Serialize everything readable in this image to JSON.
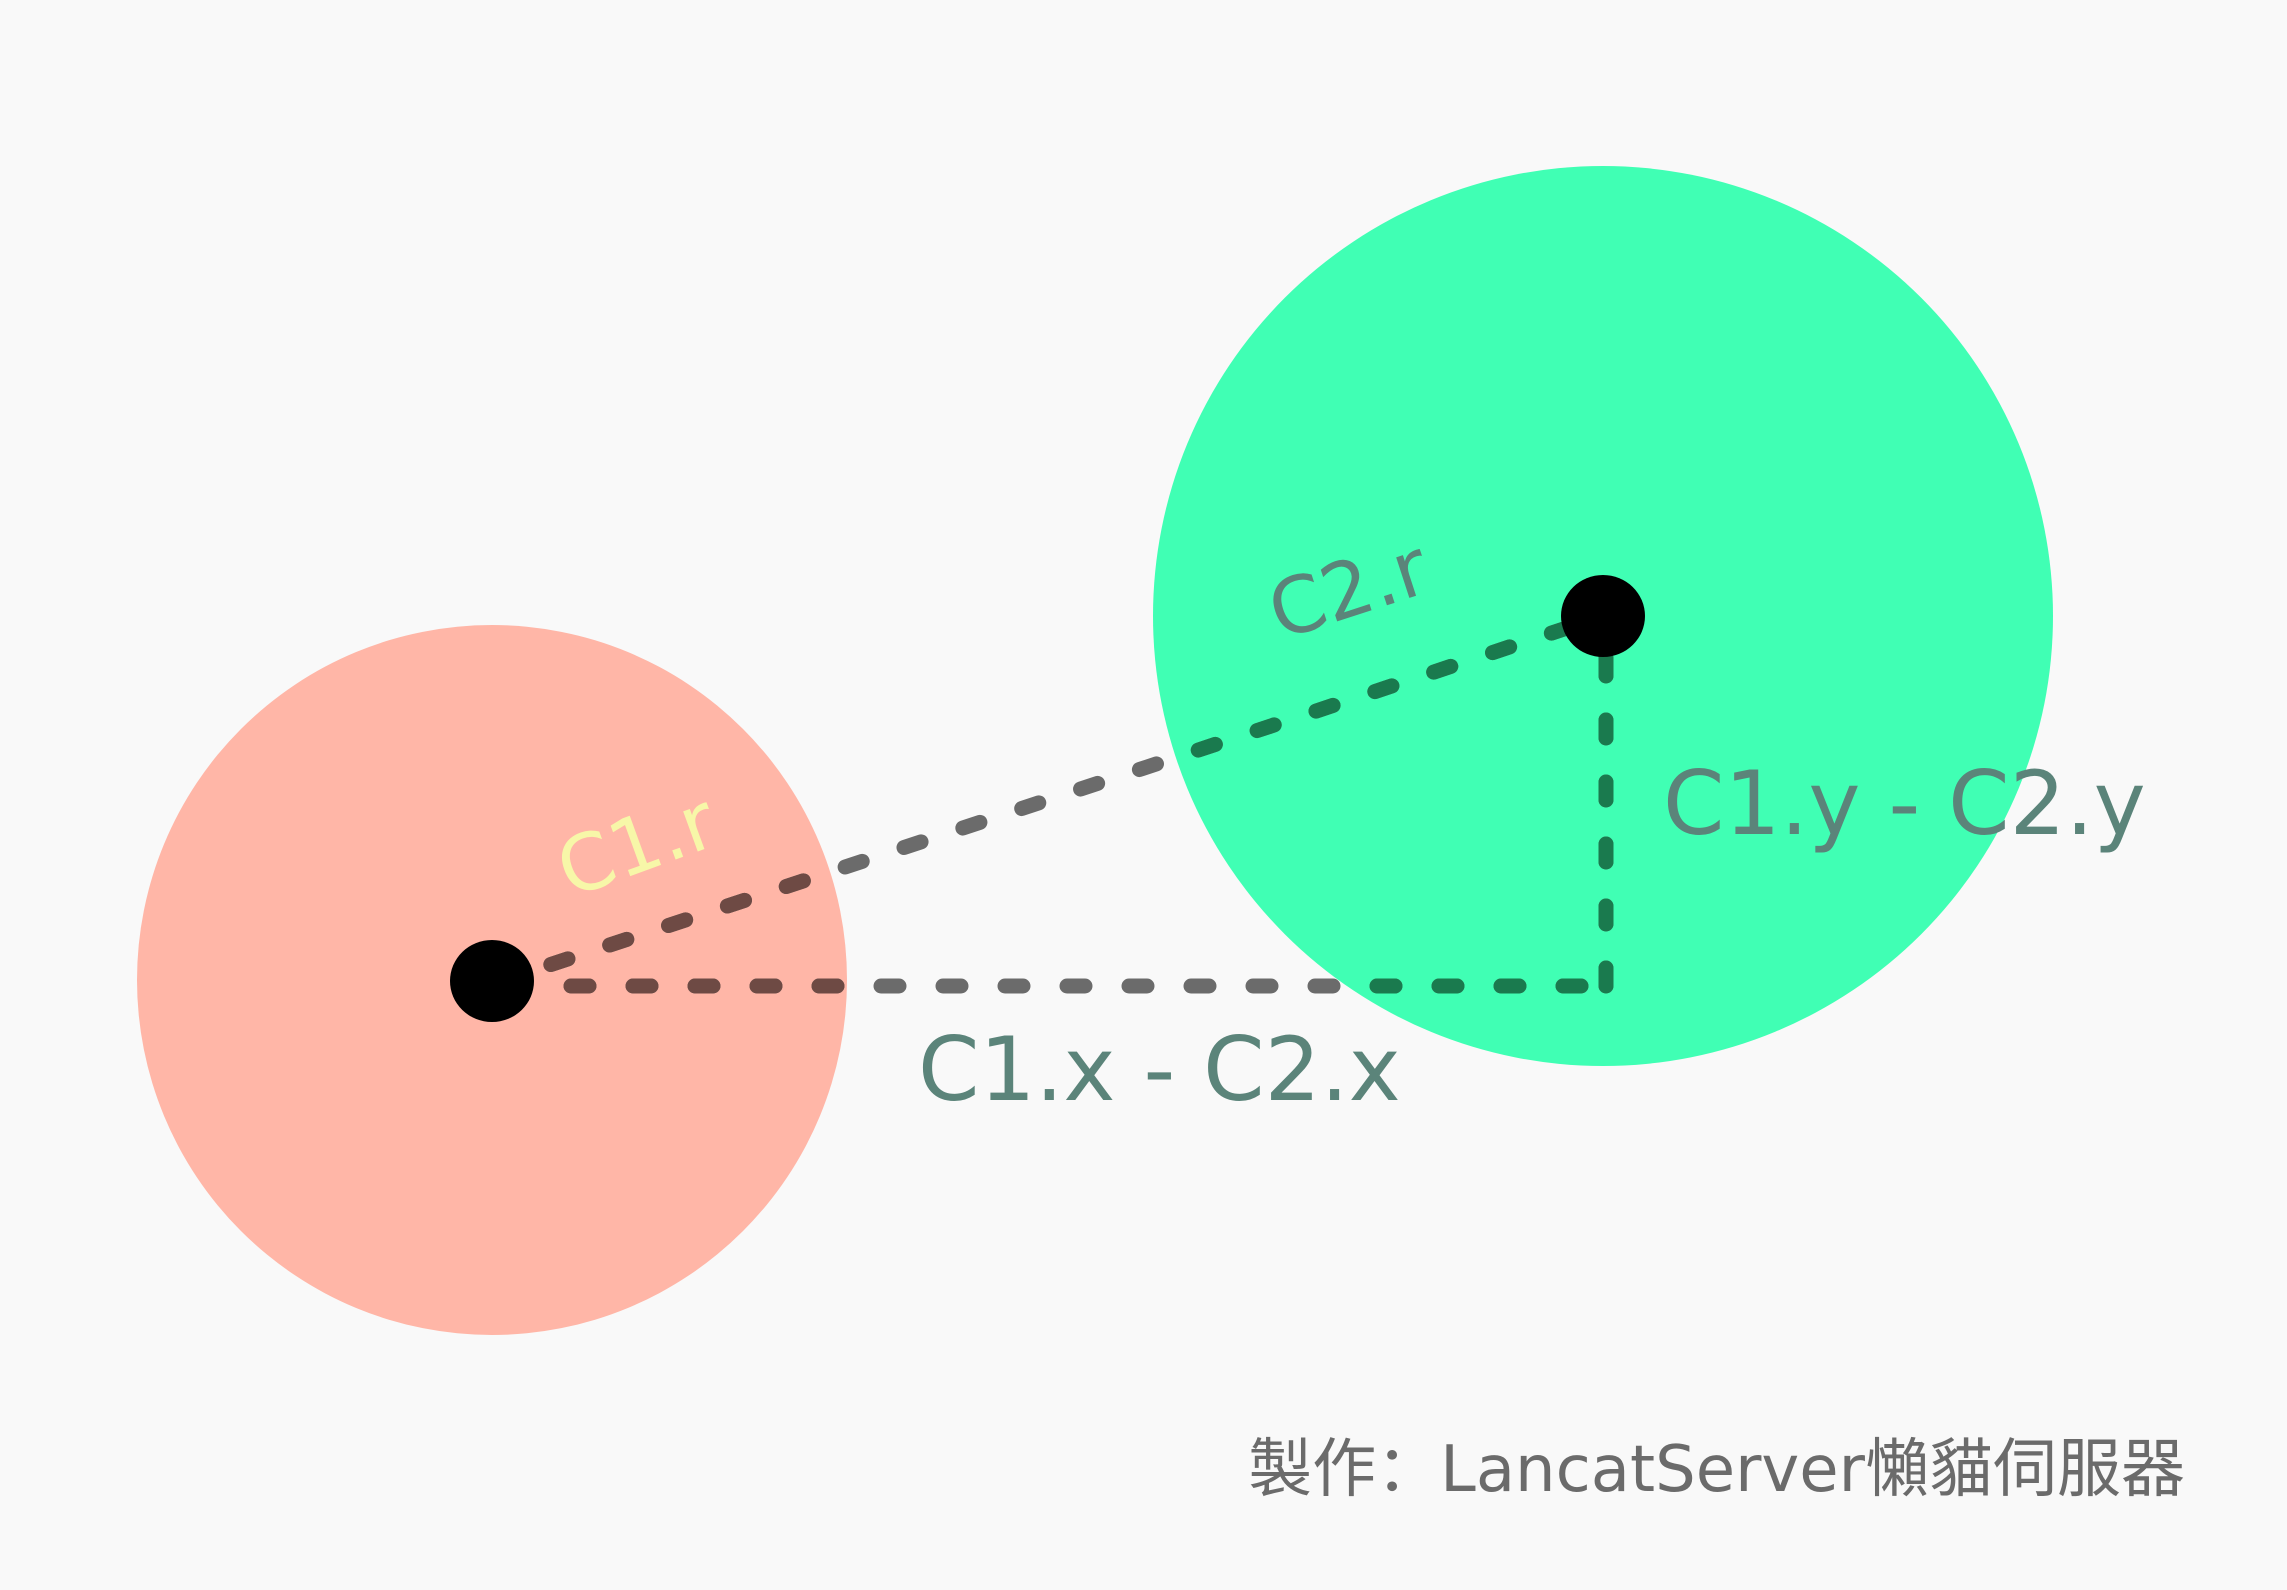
{
  "labels": {
    "c1_radius": "C1.r",
    "c2_radius": "C2.r",
    "dx": "C1.x - C2.x",
    "dy": "C1.y - C2.y"
  },
  "credit": "製作：LancatServer懶貓伺服器",
  "colors": {
    "background": "#f9f9f9",
    "circle1_fill": "#ffb6a7",
    "circle2_fill": "#40ffb4",
    "center_dot": "#000000",
    "c1_radius_label": "#f7f7a8",
    "dimension_text": "#5b847a",
    "dash_outside": "#6b6b6b",
    "dash_in_c1": "#6e4a44",
    "dash_in_c2": "#1a7a4e",
    "credit_text": "#6b6b6b"
  }
}
